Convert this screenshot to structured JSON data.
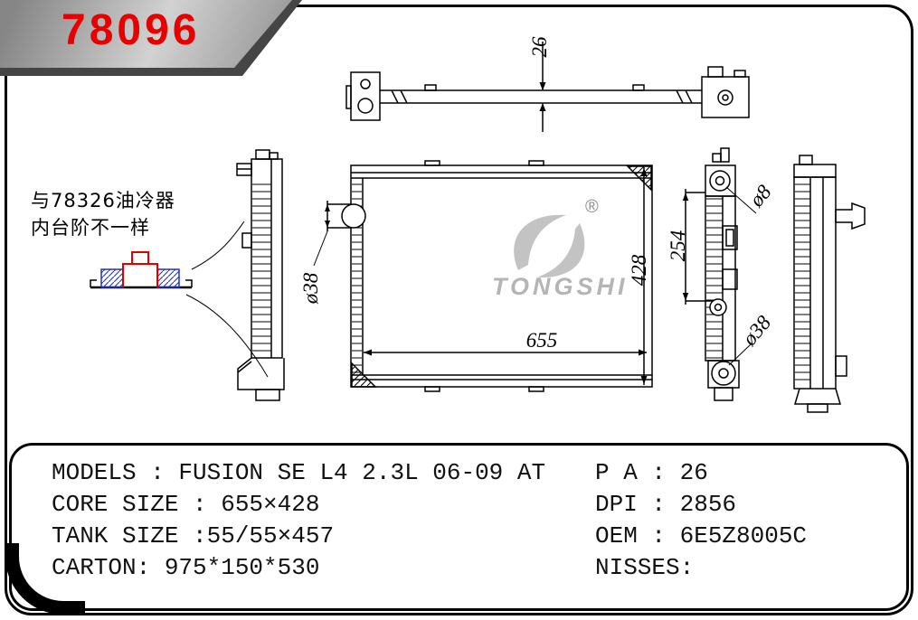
{
  "badge": {
    "part_number": "78096"
  },
  "note": {
    "line1": "与78326油冷器",
    "line2": "内台阶不一样"
  },
  "logo": {
    "brand": "TONGSHI",
    "registered": "®"
  },
  "dimensions": {
    "bar_thickness": "26",
    "core_width": "655",
    "core_height": "428",
    "port_span": "254",
    "inlet_diameter": "ø38",
    "mount_hole_diameter": "ø8",
    "outlet_diameter": "ø38"
  },
  "specs": {
    "left": [
      "MODELS : FUSION SE L4 2.3L 06-09 AT",
      "CORE SIZE : 655×428",
      "TANK SIZE :55/55×457",
      "CARTON: 975*150*530"
    ],
    "right": [
      "P A : 26",
      "DPI : 2856",
      "OEM : 6E5Z8005C",
      "NISSES:"
    ]
  }
}
